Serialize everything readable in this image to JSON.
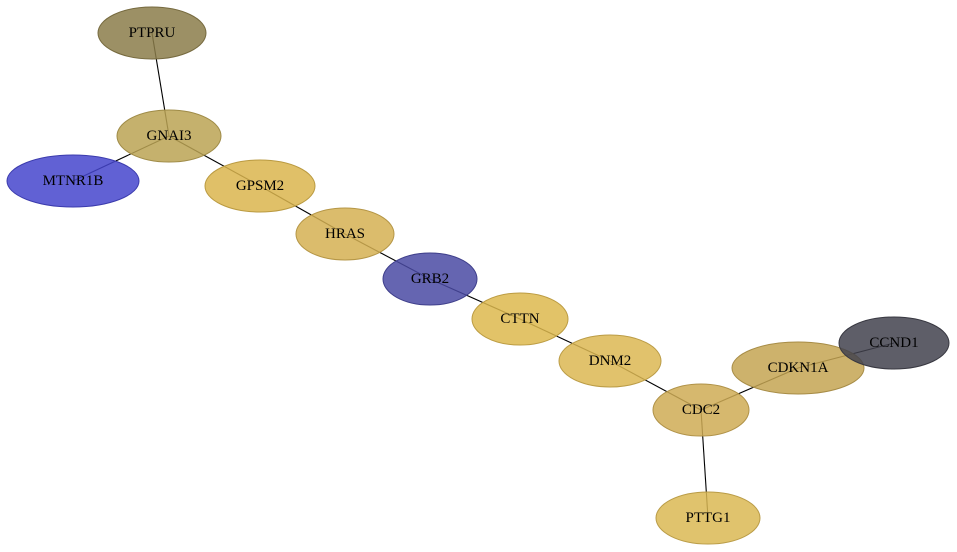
{
  "graph": {
    "nodes": [
      {
        "id": "PTPRU",
        "label": "PTPRU",
        "color": "#8b7d4a"
      },
      {
        "id": "GNAI3",
        "label": "GNAI3",
        "color": "#bba354"
      },
      {
        "id": "MTNR1B",
        "label": "MTNR1B",
        "color": "#4545cc"
      },
      {
        "id": "GPSM2",
        "label": "GPSM2",
        "color": "#dbb54d"
      },
      {
        "id": "HRAS",
        "label": "HRAS",
        "color": "#d5b052"
      },
      {
        "id": "GRB2",
        "label": "GRB2",
        "color": "#4a4aa3"
      },
      {
        "id": "CTTN",
        "label": "CTTN",
        "color": "#ddb84e"
      },
      {
        "id": "DNM2",
        "label": "DNM2",
        "color": "#dcb752"
      },
      {
        "id": "CDC2",
        "label": "CDC2",
        "color": "#cfac55"
      },
      {
        "id": "CDKN1A",
        "label": "CDKN1A",
        "color": "#c4a552"
      },
      {
        "id": "CCND1",
        "label": "CCND1",
        "color": "#42424d"
      },
      {
        "id": "PTTG1",
        "label": "PTTG1",
        "color": "#dbb853"
      }
    ],
    "edges": [
      [
        "PTPRU",
        "GNAI3"
      ],
      [
        "GNAI3",
        "MTNR1B"
      ],
      [
        "GNAI3",
        "GPSM2"
      ],
      [
        "GPSM2",
        "HRAS"
      ],
      [
        "HRAS",
        "GRB2"
      ],
      [
        "GRB2",
        "CTTN"
      ],
      [
        "CTTN",
        "DNM2"
      ],
      [
        "DNM2",
        "CDC2"
      ],
      [
        "CDC2",
        "CDKN1A"
      ],
      [
        "CDKN1A",
        "CCND1"
      ],
      [
        "CDC2",
        "PTTG1"
      ]
    ]
  }
}
